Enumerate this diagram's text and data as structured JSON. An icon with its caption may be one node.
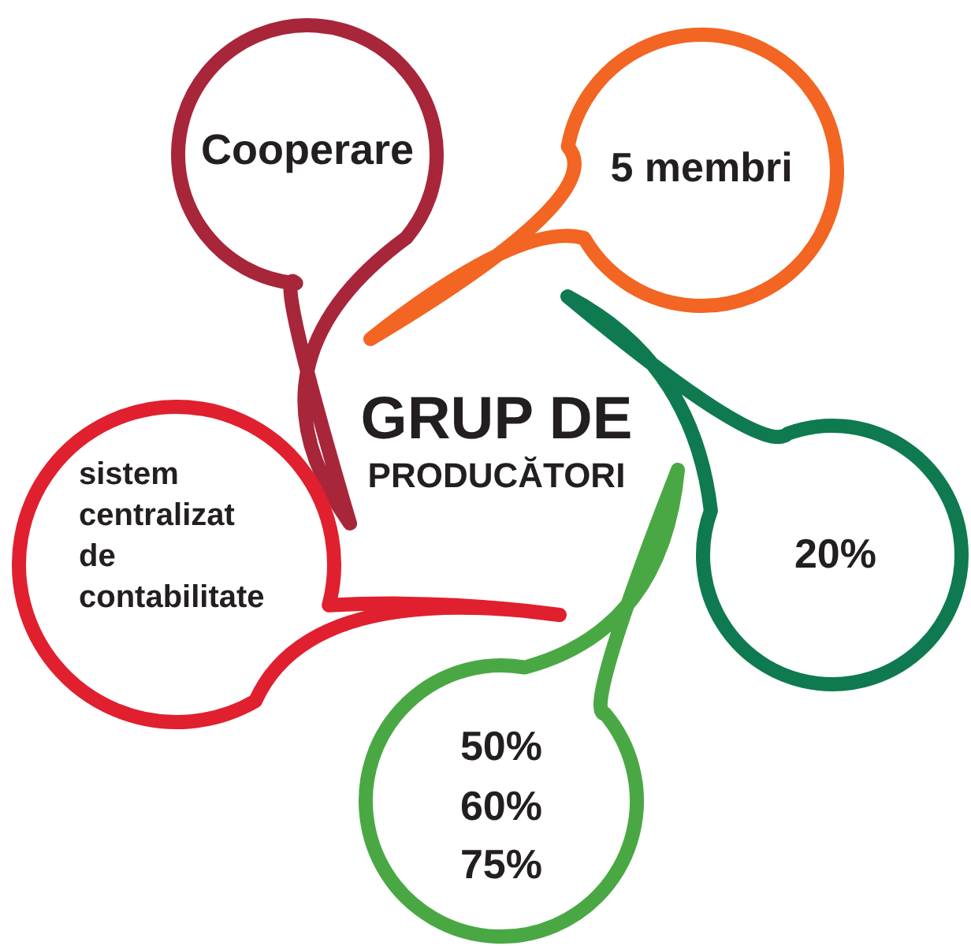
{
  "diagram": {
    "nodes": [
      {
        "text": [
          "GRUP DE",
          "PRODUCĂTORI"
        ]
      },
      {
        "text": [
          "Cooperare"
        ]
      },
      {
        "text": [
          "5 membri"
        ]
      },
      {
        "text": [
          "20%"
        ]
      },
      {
        "text": [
          "50% 60% 75%"
        ]
      },
      {
        "text": [
          "sistem centralizat de contabilitate"
        ]
      }
    ]
  }
}
